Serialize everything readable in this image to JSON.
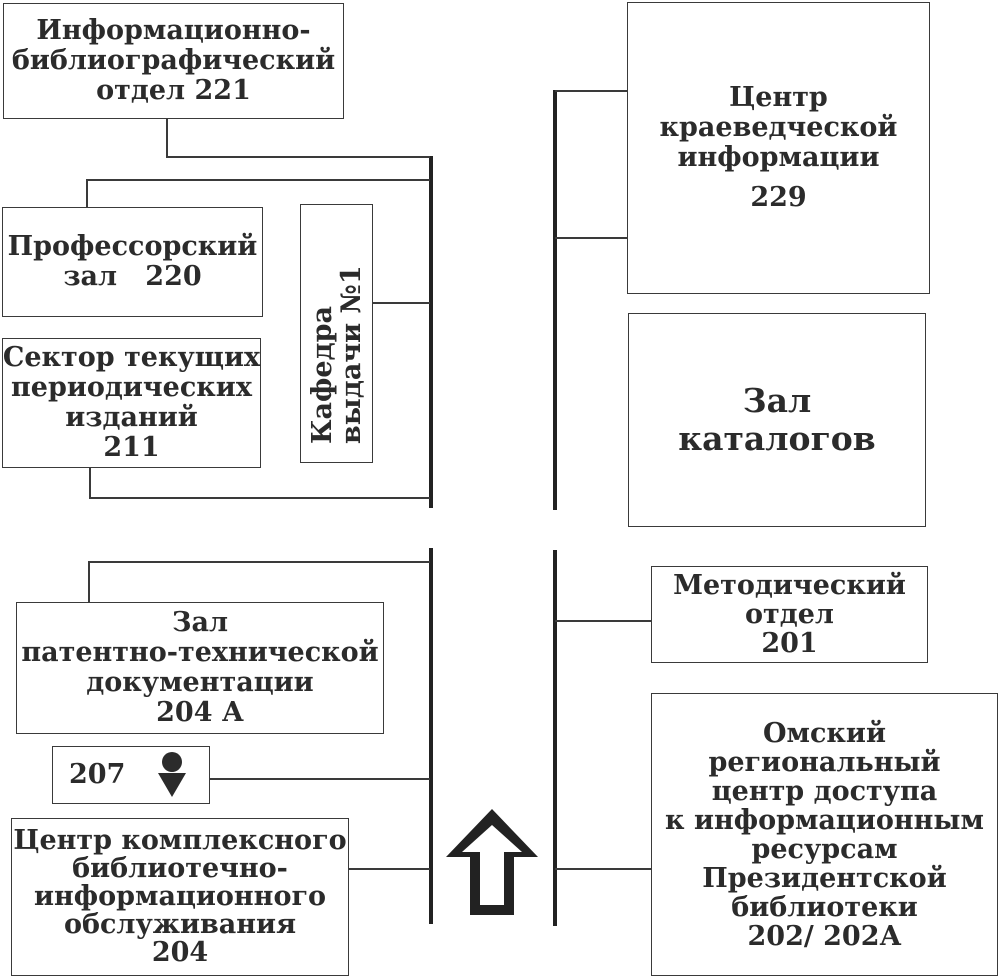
{
  "rooms": {
    "info_bib": {
      "lines": [
        "Информационно-",
        "библиографический",
        "отдел 221"
      ]
    },
    "professor": {
      "lines": [
        "Профессорский",
        "зал   220"
      ]
    },
    "periodicals": {
      "lines": [
        "Сектор текущих",
        "периодических",
        "изданий",
        "211"
      ]
    },
    "kafedra": {
      "lines": [
        "Кафедра",
        "выдачи №1"
      ]
    },
    "local_history": {
      "lines": [
        "Центр",
        "краеведческой",
        "информации",
        "229"
      ]
    },
    "catalogs": {
      "lines": [
        "Зал",
        "каталогов"
      ]
    },
    "patent": {
      "lines": [
        "Зал",
        "патентно-технической",
        "документации",
        "204 А"
      ]
    },
    "room207": {
      "label": "207"
    },
    "complex_center": {
      "lines": [
        "Центр комплексного",
        "библиотечно-",
        "информационного",
        "обслуживания",
        "204"
      ]
    },
    "methodical": {
      "lines": [
        "Методический",
        "отдел",
        "201"
      ]
    },
    "presidential": {
      "lines": [
        "Омский",
        "региональный",
        "центр доступа",
        "к информационным",
        "ресурсам",
        "Президентской",
        "библиотеки",
        "202/ 202А"
      ]
    }
  },
  "icons": {
    "down_arrow": "down-arrow-icon",
    "entrance_arrow": "up-arrow-icon"
  },
  "colors": {
    "line": "#3a3a3a",
    "text": "#2b2b2b",
    "background": "#ffffff"
  }
}
